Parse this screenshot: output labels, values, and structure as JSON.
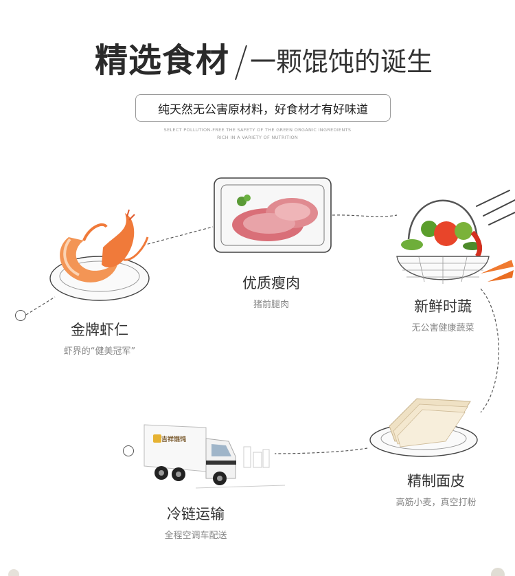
{
  "header": {
    "title_main": "精选食材",
    "title_sub": "一颗馄饨的诞生",
    "tagline": "纯天然无公害原材料，好食材才有好味道",
    "english_line1": "SELECT POLLUTION-FREE THE SAFETY OF THE GREEN ORGANIC INGREDIENTS",
    "english_line2": "RICH IN A VARIETY OF NUTRITION"
  },
  "ingredients": [
    {
      "title": "金牌虾仁",
      "subtitle": "虾界的“健美冠军”",
      "image": "shrimp-plate"
    },
    {
      "title": "优质瘦肉",
      "subtitle": "猪前腿肉",
      "image": "pork-tray"
    },
    {
      "title": "新鲜时蔬",
      "subtitle": "无公害健康蔬菜",
      "image": "vegetable-basket"
    },
    {
      "title": "精制面皮",
      "subtitle": "高筋小麦，真空打粉",
      "image": "wrapper-plate"
    },
    {
      "title": "冷链运输",
      "subtitle": "全程空调车配送",
      "image": "delivery-truck",
      "truck_brand": "吉祥馄饨"
    }
  ],
  "colors": {
    "title": "#2a2a2a",
    "subtitle": "#888888",
    "dashed_path": "#555555",
    "meat": "#d97a80",
    "shrimp": "#f07a3a"
  }
}
